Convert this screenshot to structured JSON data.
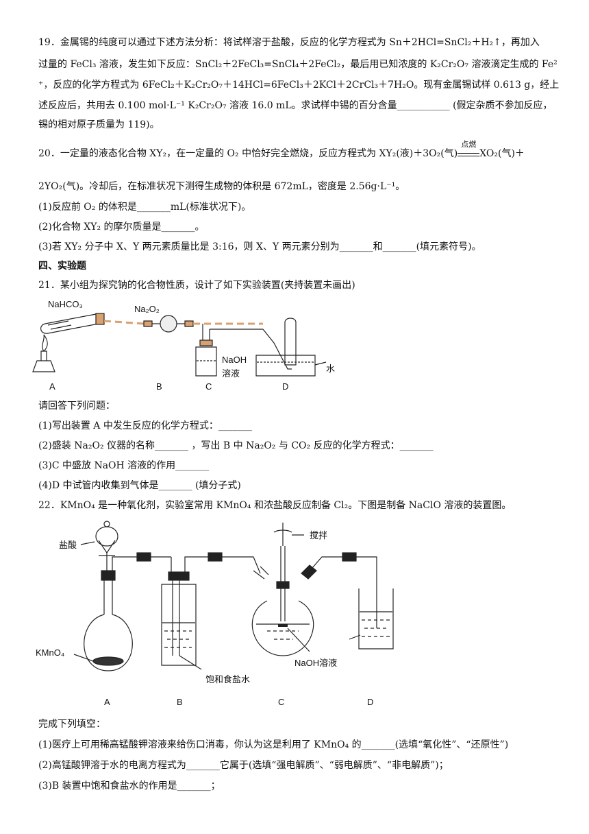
{
  "q19": {
    "l1": "19．金属锡的纯度可以通过下述方法分析：将试样溶于盐酸，反应的化学方程式为 Sn＋2HCl=SnCl₂＋H₂↑，再加入",
    "l2": "过量的 FeCl₃ 溶液，发生如下反应：SnCl₂＋2FeCl₃=SnCl₄＋2FeCl₂，最后用已知浓度的 K₂Cr₂O₇ 溶液滴定生成的 Fe²",
    "l3": "⁺，反应的化学方程式为 6FeCl₂＋K₂Cr₂O₇＋14HCl=6FeCl₃＋2KCl＋2CrCl₃＋7H₂O。现有金属锡试样 0.613 g，经上",
    "l4": "述反应后，共用去 0.100 mol·L⁻¹ K₂Cr₂O₇ 溶液 16.0 mL。求试样中锡的百分含量___________ (假定杂质不参加反应，",
    "l5": "锡的相对原子质量为 119)。"
  },
  "q20": {
    "l1_a": "20．一定量的液态化合物 XY₂，在一定量的 O₂ 中恰好完全燃烧，反应方程式为 XY₂(液)＋3O₂(气)",
    "l1_cond": "点燃",
    "l1_b": "XO₂(气)＋",
    "l2": "2YO₂(气)。冷却后，在标准状况下测得生成物的体积是 672mL，密度是 2.56g·L⁻¹。",
    "p1": "(1)反应前 O₂ 的体积是_______mL(标准状况下)。",
    "p2": "(2)化合物 XY₂ 的摩尔质量是_______。",
    "p3": "(3)若 XY₂ 分子中 X、Y 两元素质量比是 3:16，则 X、Y 两元素分别为_______和_______(填元素符号)。"
  },
  "section4": "四、实验题",
  "q21": {
    "stem": "21．某小组为探究钠的化合物性质，设计了如下实验装置(夹持装置未画出)",
    "fig": {
      "nahco3": "NaHCO₃",
      "na2o2": "Na₂O₂",
      "naoh1": "NaOH",
      "naoh2": "溶液",
      "water": "水",
      "A": "A",
      "B": "B",
      "C": "C",
      "D": "D"
    },
    "intro": "请回答下列问题：",
    "p1": "(1)写出装置 A 中发生反应的化学方程式：_______",
    "p2": "(2)盛装 Na₂O₂ 仪器的名称_______ ，写出 B 中 Na₂O₂ 与 CO₂ 反应的化学方程式：_______",
    "p3": "(3)C 中盛放 NaOH 溶液的作用_______",
    "p4": "(4)D 中试管内收集到气体是_______ (填分子式)"
  },
  "q22": {
    "stem": "22．KMnO₄ 是一种氧化剂，实验室常用 KMnO₄ 和浓盐酸反应制备 Cl₂。下图是制备  NaClO 溶液的装置图。",
    "fig": {
      "hcl": "盐酸",
      "kmno4": "KMnO₄",
      "stir": "搅拌",
      "brine": "饱和食盐水",
      "naoh": "NaOH溶液",
      "A": "A",
      "B": "B",
      "C": "C",
      "D": "D"
    },
    "intro": "完成下列填空：",
    "p1": "(1)医疗上可用稀高锰酸钾溶液来给伤口消毒，你认为这是利用了 KMnO₄ 的_______(选填“氧化性”、“还原性”)",
    "p2": "(2)高锰酸钾溶于水的电离方程式为_______它属于(选填“强电解质”、“弱电解质”、“非电解质”)；",
    "p3": "(3)B 装置中饱和食盐水的作用是_______；"
  }
}
